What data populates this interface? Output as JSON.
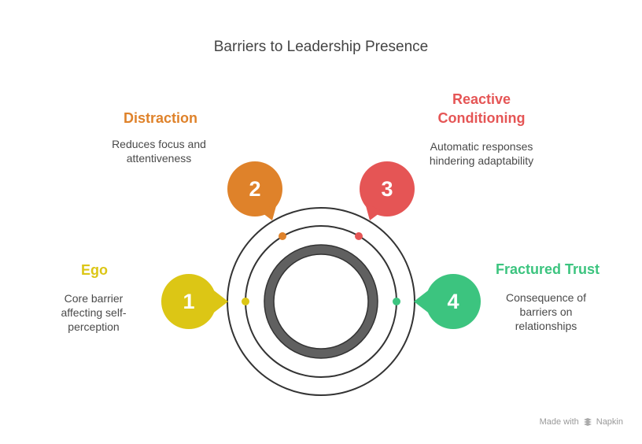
{
  "title": "Barriers to Leadership Presence",
  "colors": {
    "ego": "#dcc615",
    "distraction": "#df822a",
    "reactive": "#e55555",
    "trust": "#3cc47f",
    "ring": "#333333",
    "inner_ring": "#606060"
  },
  "items": [
    {
      "number": "1",
      "heading": "Ego",
      "description": "Core barrier affecting self-perception"
    },
    {
      "number": "2",
      "heading": "Distraction",
      "description": "Reduces focus and attentiveness"
    },
    {
      "number": "3",
      "heading": "Reactive Conditioning",
      "description": "Automatic responses hindering adaptability"
    },
    {
      "number": "4",
      "heading": "Fractured Trust",
      "description": "Consequence of barriers on relationships"
    }
  ],
  "footer": {
    "made_with": "Made with",
    "brand": "Napkin"
  }
}
